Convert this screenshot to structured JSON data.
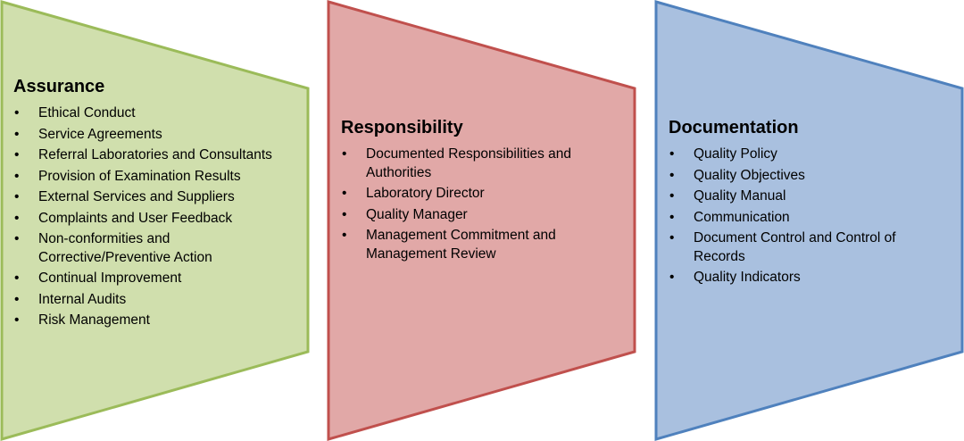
{
  "colors": {
    "assurance": {
      "fill": "#D0DFAD",
      "stroke": "#9BBB59"
    },
    "responsibility": {
      "fill": "#E1A8A7",
      "stroke": "#C0504D"
    },
    "documentation": {
      "fill": "#A9C0DF",
      "stroke": "#4F81BD"
    }
  },
  "panels": [
    {
      "title": "Assurance",
      "items": [
        "Ethical Conduct",
        "Service Agreements",
        "Referral Laboratories and Consultants",
        "Provision of Examination Results",
        "External Services and Suppliers",
        "Complaints and User Feedback",
        "Non-conformities and Corrective/Preventive Action",
        "Continual Improvement",
        "Internal Audits",
        "Risk Management"
      ]
    },
    {
      "title": "Responsibility",
      "items": [
        "Documented Responsibilities and Authorities",
        "Laboratory Director",
        "Quality Manager",
        "Management Commitment and Management Review"
      ]
    },
    {
      "title": "Documentation",
      "items": [
        "Quality Policy",
        "Quality Objectives",
        "Quality Manual",
        "Communication",
        "Document Control and Control of Records",
        "Quality Indicators"
      ]
    }
  ]
}
